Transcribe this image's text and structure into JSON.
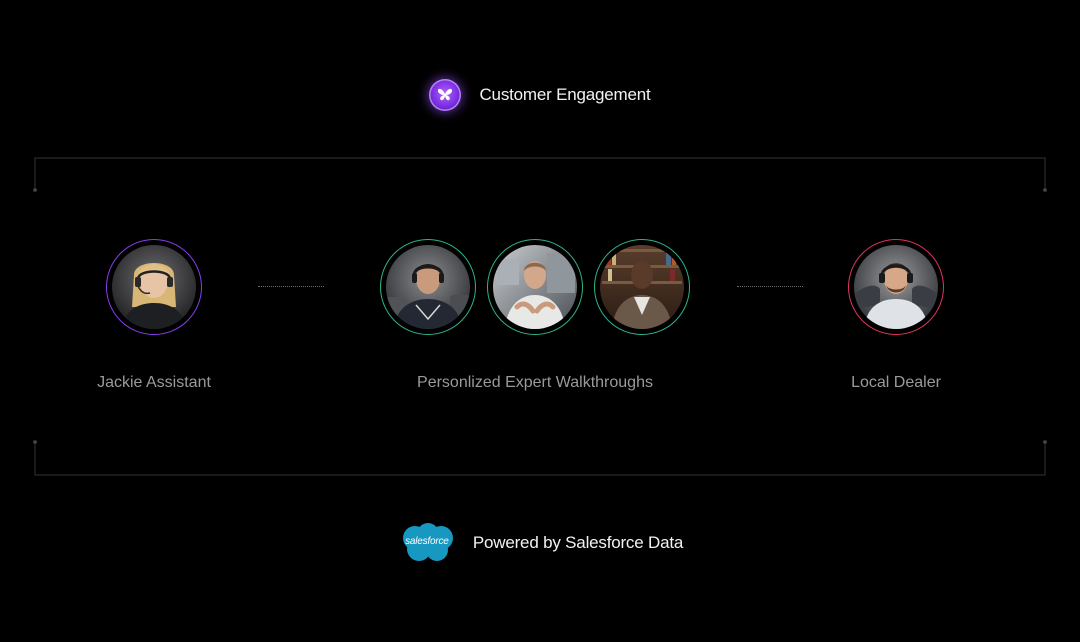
{
  "header": {
    "title": "Customer Engagement",
    "icon": "butterfly-icon",
    "accent": "#8a3cf0"
  },
  "groups": [
    {
      "label": "Jackie Assistant",
      "ring_color": "#8a3cf0",
      "avatars": [
        "jackie-avatar"
      ]
    },
    {
      "label": "Personlized Expert Walkthroughs",
      "ring_color": "#2fb38a",
      "avatars": [
        "expert-avatar-1",
        "expert-avatar-2",
        "expert-avatar-3"
      ]
    },
    {
      "label": "Local Dealer",
      "ring_color": "#e0335f",
      "avatars": [
        "dealer-avatar"
      ]
    }
  ],
  "footer": {
    "logo_text": "salesforce",
    "text": "Powered by Salesforce Data",
    "logo_color": "#1798c1"
  }
}
